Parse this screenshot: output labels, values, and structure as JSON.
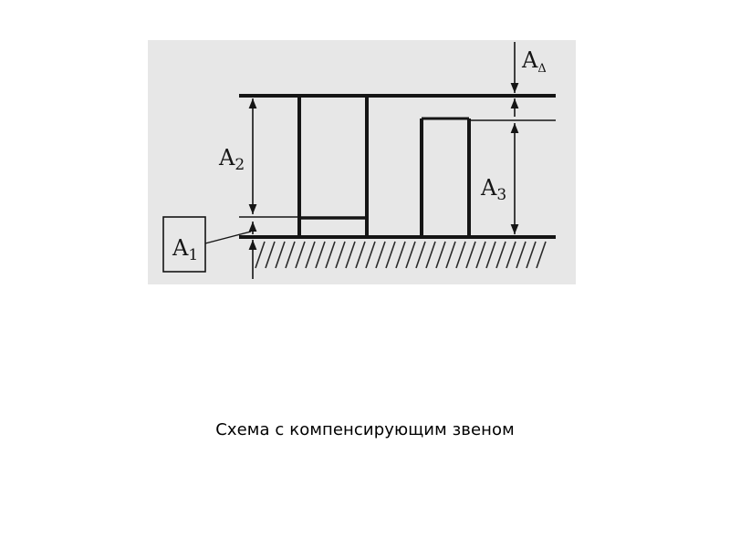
{
  "diagram": {
    "labels": {
      "a1": {
        "base": "A",
        "sub": "1"
      },
      "a2": {
        "base": "A",
        "sub": "2"
      },
      "a3": {
        "base": "A",
        "sub": "3"
      },
      "a_delta": {
        "base": "A",
        "sub": "Δ"
      }
    },
    "colors": {
      "background": "#e7e7e7",
      "ink": "#151515"
    }
  },
  "caption": "Схема с компенсирующим звеном"
}
